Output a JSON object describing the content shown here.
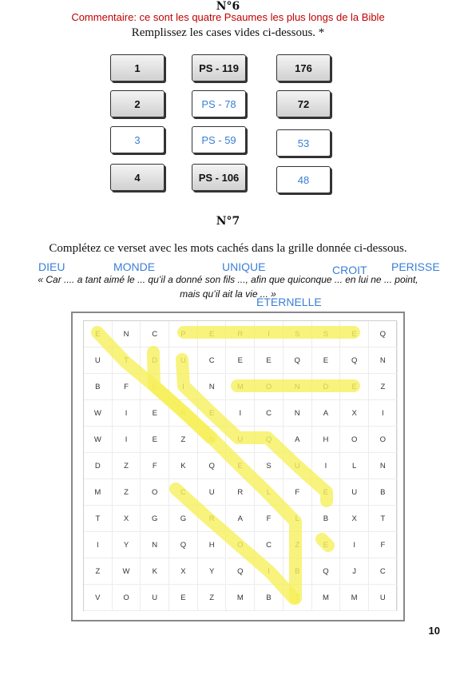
{
  "section6": {
    "title": "N°6",
    "comment": "Commentaire: ce sont les quatre Psaumes les plus longs de la Bible",
    "instruction": "Remplissez les cases vides ci-dessous. *",
    "rows": [
      [
        "1",
        "PS - 119",
        "176"
      ],
      [
        "2",
        "PS - 78",
        "72"
      ],
      [
        "3",
        "PS - 59",
        "53"
      ],
      [
        "4",
        "PS - 106",
        "48"
      ]
    ]
  },
  "section7": {
    "title": "N°7",
    "instruction": "Complétez ce verset avec les mots cachés dans la grille donnée ci-dessous.",
    "handwritten": {
      "dieu": "DIEU",
      "monde": "MONDE",
      "unique": "UNIQUE",
      "croit": "CROIT",
      "perisse": "PERISSE",
      "eternelle": "ÉTERNELLE"
    },
    "verse_line1": "« Car .... a tant aimé le ... qu’il a donné son fils ..., afin que quiconque ... en lui ne ... point,",
    "verse_line2": "mais qu’il ait la vie ... »"
  },
  "grid": [
    [
      "E",
      "N",
      "C",
      "P",
      "E",
      "R",
      "I",
      "S",
      "S",
      "E",
      "Q"
    ],
    [
      "U",
      "T",
      "D",
      "U",
      "C",
      "E",
      "E",
      "Q",
      "E",
      "Q",
      "N"
    ],
    [
      "B",
      "F",
      "E",
      "I",
      "N",
      "M",
      "O",
      "N",
      "D",
      "E",
      "Z"
    ],
    [
      "W",
      "I",
      "E",
      "R",
      "E",
      "I",
      "C",
      "N",
      "A",
      "X",
      "I"
    ],
    [
      "W",
      "I",
      "E",
      "Z",
      "N",
      "U",
      "Q",
      "A",
      "H",
      "O",
      "O"
    ],
    [
      "D",
      "Z",
      "F",
      "K",
      "Q",
      "E",
      "S",
      "U",
      "I",
      "L",
      "N"
    ],
    [
      "M",
      "Z",
      "O",
      "C",
      "U",
      "R",
      "L",
      "F",
      "E",
      "U",
      "B"
    ],
    [
      "T",
      "X",
      "G",
      "G",
      "R",
      "A",
      "F",
      "L",
      "B",
      "X",
      "T"
    ],
    [
      "I",
      "Y",
      "N",
      "Q",
      "H",
      "O",
      "C",
      "Z",
      "E",
      "I",
      "F"
    ],
    [
      "Z",
      "W",
      "K",
      "X",
      "Y",
      "Q",
      "I",
      "B",
      "Q",
      "J",
      "C"
    ],
    [
      "V",
      "O",
      "U",
      "E",
      "Z",
      "M",
      "B",
      "T",
      "M",
      "M",
      "U"
    ]
  ],
  "page_number": "10"
}
